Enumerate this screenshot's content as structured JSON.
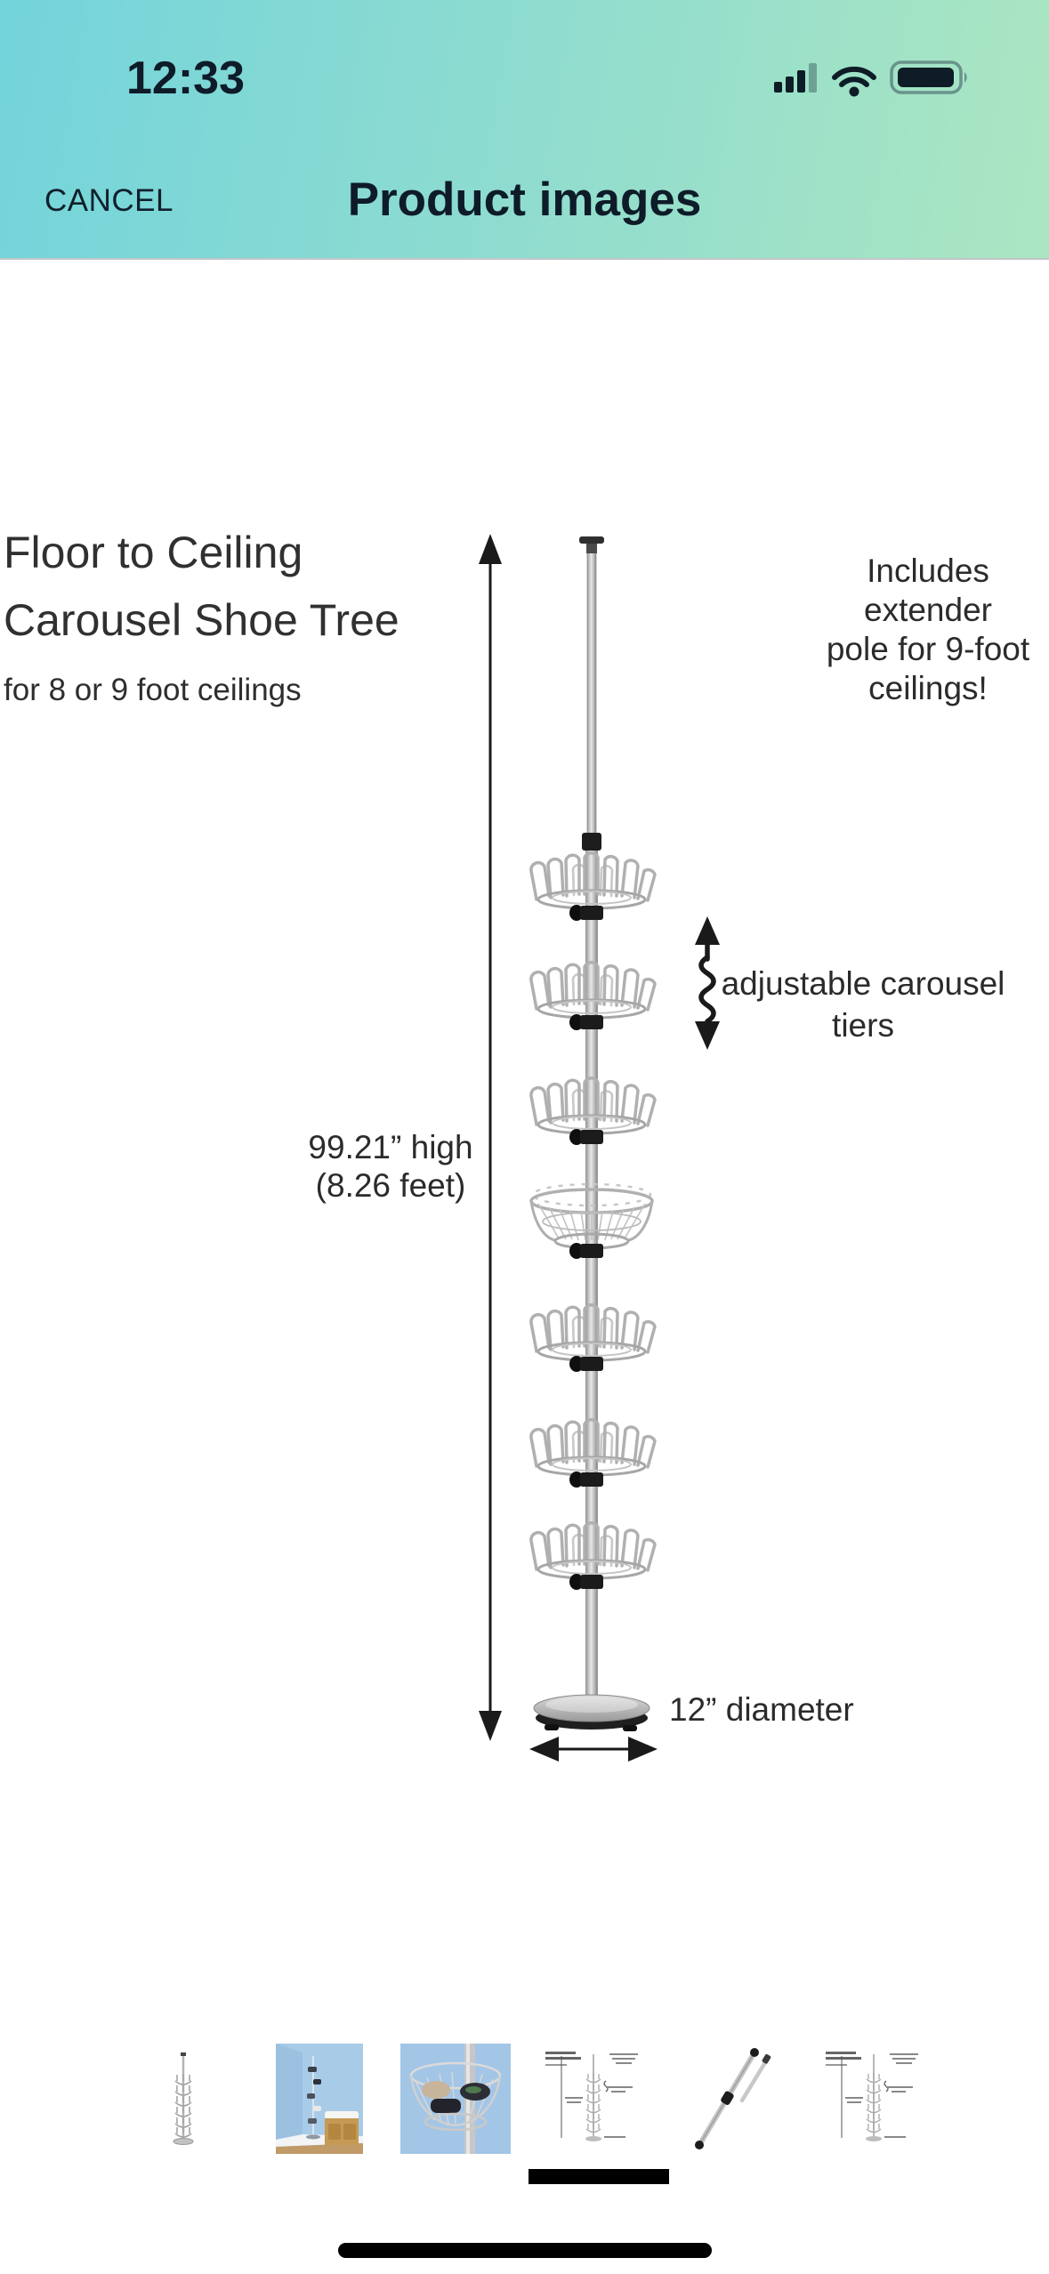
{
  "status_bar": {
    "time": "12:33",
    "signal_icon": "cellular-signal-icon",
    "signal_level": "3 of 4 bars",
    "wifi_icon": "wifi-icon",
    "battery_icon": "battery-icon",
    "battery_level": "full"
  },
  "header": {
    "cancel_label": "CANCEL",
    "title": "Product images"
  },
  "illustration": {
    "heading_line1": "Floor to Ceiling",
    "heading_line2": "Carousel Shoe Tree",
    "subheading": "for 8 or 9 foot ceilings",
    "extender_note": {
      "line1": "Includes extender",
      "line2": "pole for 9-foot",
      "line3": "ceilings!"
    },
    "tiers_note": {
      "line1": "adjustable carousel",
      "line2": "tiers"
    },
    "height_label": {
      "line1": "99.21” high",
      "line2": "(8.26 feet)"
    },
    "diameter_label": "12” diameter",
    "tier_count": 7
  },
  "thumbnails": {
    "selected_index": 3,
    "items": [
      {
        "name": "shoe-tree-on-white"
      },
      {
        "name": "shoe-tree-room-corner"
      },
      {
        "name": "wire-basket-closeup"
      },
      {
        "name": "dimensions-diagram"
      },
      {
        "name": "extender-poles"
      },
      {
        "name": "dimensions-diagram"
      }
    ]
  },
  "theme": {
    "header_gradient_start": "#73d4db",
    "header_gradient_end": "#abe6c2",
    "header_text": "#0e1b28",
    "annotation_text": "#2b2b2b",
    "selection_bar": "#000000",
    "thumb_room_blue": "#a8cbe8"
  }
}
